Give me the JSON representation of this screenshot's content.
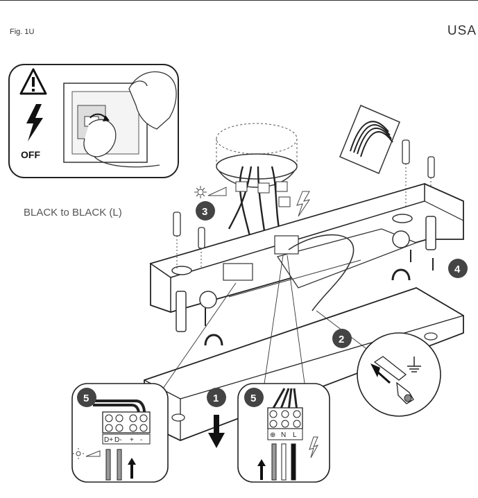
{
  "header": {
    "figure_label": "Fig. 1U",
    "region": "USA"
  },
  "note": "BLACK to BLACK (L)",
  "warning": {
    "power_label": "OFF"
  },
  "steps": {
    "step1": "1",
    "step2": "2",
    "step3": "3",
    "step4": "4",
    "step5_left": "5",
    "step5_right": "5"
  },
  "terminals_left": [
    "D+",
    "D-",
    "+",
    "-"
  ],
  "terminals_right": [
    "⊕",
    "N",
    "L"
  ],
  "colors": {
    "badge": "#444444",
    "line": "#222222"
  }
}
